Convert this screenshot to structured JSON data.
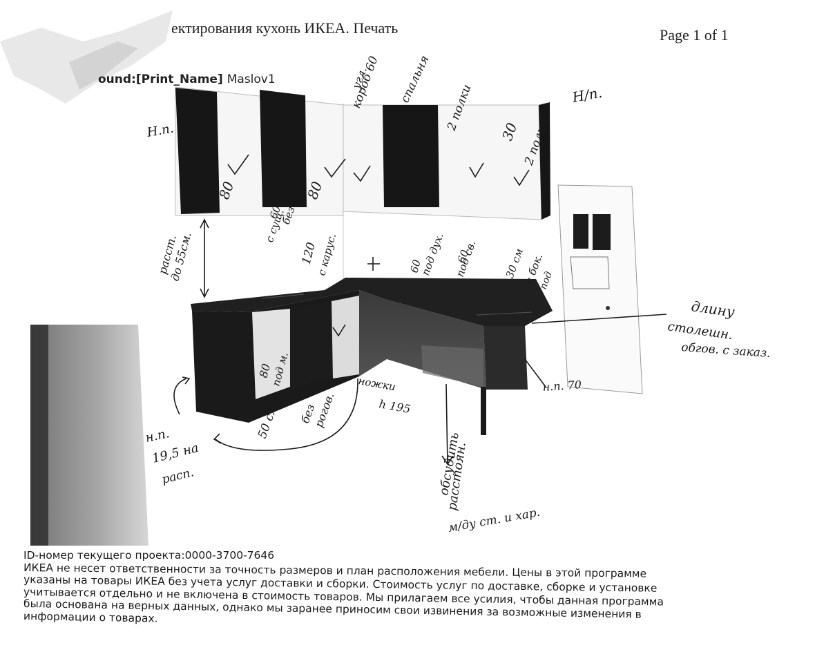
{
  "header": {
    "title": "ектирования кухонь ИКЕА. Печать",
    "page": "Page 1 of 1"
  },
  "print_label": "ound:[Print_Name]",
  "print_value": "Maslov1",
  "handwritten_notes": {
    "upper_left_hp": "Н.п.",
    "upper_left_80": "80",
    "upper_mid_80": "80",
    "upper_right_hp": "Н/п.",
    "top_corner": "угл.",
    "top_corner_2": "короб 60",
    "top_corner_3": "спальня 60",
    "top_corner_4": "2 полки",
    "top_right_30": "30",
    "top_right_polki": "2 полки",
    "mid_60_1": "60",
    "mid_60_2": "без",
    "mid_60_3": "с сущ.",
    "mid_120_1": "120",
    "mid_120_2": "с карус.",
    "dist_1": "расст.",
    "dist_2": "до 55см.",
    "counter_60_1": "60",
    "counter_60_2": "под дух.",
    "counter_60_3": "60",
    "counter_60_4": "под св.",
    "counter_30_1": "30 см",
    "counter_30_2": "с бок.",
    "counter_30_3": "под",
    "length_1": "длину",
    "length_2": "столешн.",
    "length_3": "обгов. с заказ.",
    "base_80": "80",
    "base_80_2": "под м.",
    "base_50_1": "50 см",
    "base_50_2": "без",
    "base_50_3": "рогов.",
    "leg_1": "ножки",
    "leg_2": "h 195",
    "hp_right": "н.п. 70",
    "hp_left_1": "н.п.",
    "hp_left_2": "19,5 на",
    "hp_left_3": "расп.",
    "bottom_1": "обсудить",
    "bottom_2": "расстоян.",
    "bottom_3": "м/ду ст. и хар."
  },
  "footer": {
    "project_id": "ID-номер текущего проекта:0000-3700-7646",
    "line1": "ИКЕА не несет ответственности за точность размеров и план расположения мебели. Цены в этой программе",
    "line2": "указаны на товары ИКЕА без учета услуг доставки и сборки. Стоимость услуг по доставке, сборке и установке",
    "line3": "учитывается отдельно и не включена в стоимость товаров. Мы прилагаем все усилия, чтобы данная программа",
    "line4": "была основана на верных данных, однако мы заранее приносим свои извинения за возможные изменения в",
    "line5": "информации о товарах."
  },
  "colors": {
    "ink": "#1a1a1a",
    "cabinet_dark": "#161616",
    "countertop": "#202020",
    "cabinet_light": "#e6e6e6",
    "wall": "#f3f3f3"
  }
}
